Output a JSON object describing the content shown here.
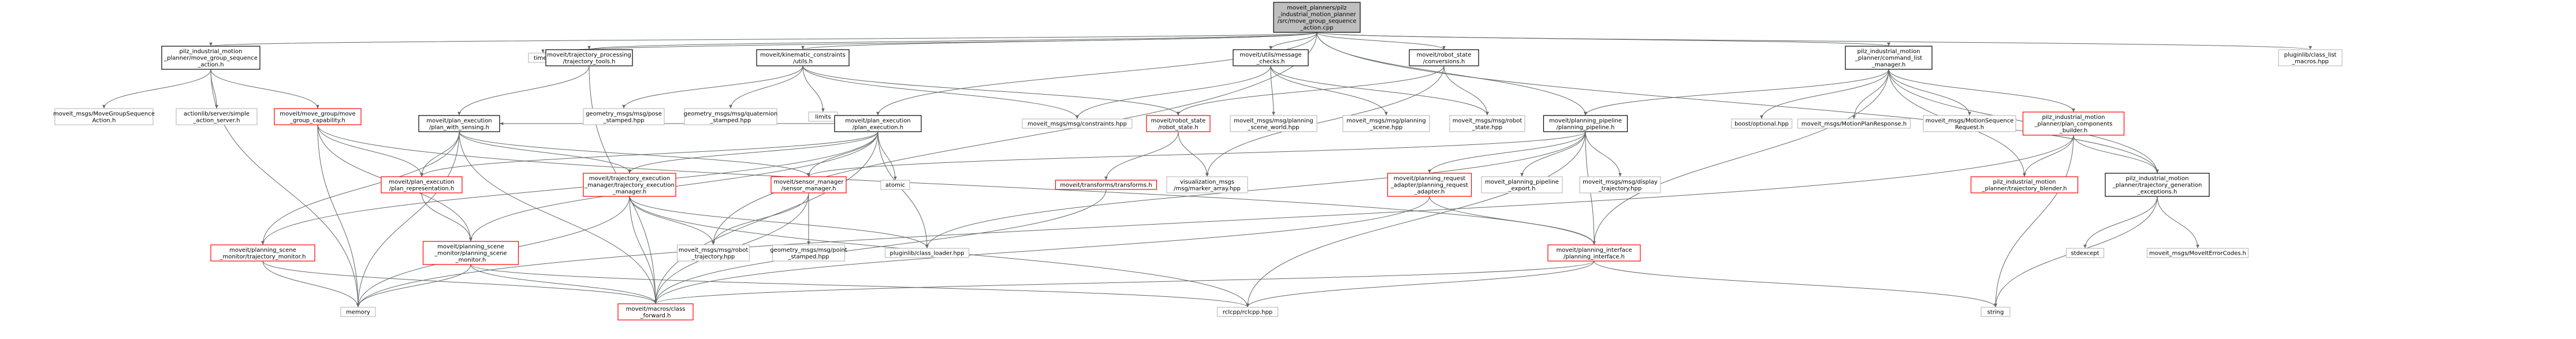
{
  "colors": {
    "root_fill": "#bfbfbf",
    "border_black": "#000000",
    "border_red": "#ff0000",
    "border_gray": "#bfbfbf",
    "edge": "#63666a"
  },
  "nodes": [
    {
      "id": "root",
      "lines": [
        "moveit_planners/pilz",
        "_industrial_motion_planner",
        "/src/move_group_sequence",
        "_action.cpp"
      ],
      "style": "root"
    },
    {
      "id": "n_action_h",
      "lines": [
        "pilz_industrial_motion",
        "_planner/move_group_sequence",
        "_action.h"
      ],
      "style": "black"
    },
    {
      "id": "n_time",
      "lines": [
        "time.h"
      ],
      "style": "gray"
    },
    {
      "id": "n_traj_proc",
      "lines": [
        "moveit/trajectory_processing",
        "/trajectory_tools.h"
      ],
      "style": "black"
    },
    {
      "id": "n_kin_constr",
      "lines": [
        "moveit/kinematic_constraints",
        "/utils.h"
      ],
      "style": "black"
    },
    {
      "id": "n_msg_checks",
      "lines": [
        "moveit/utils/message",
        "_checks.h"
      ],
      "style": "black"
    },
    {
      "id": "n_robot_state_conv",
      "lines": [
        "moveit/robot_state",
        "/conversions.h"
      ],
      "style": "black"
    },
    {
      "id": "n_cmd_list",
      "lines": [
        "pilz_industrial_motion",
        "_planner/command_list",
        "_manager.h"
      ],
      "style": "black"
    },
    {
      "id": "n_pluginlib_macros",
      "lines": [
        "pluginlib/class_list",
        "_macros.hpp"
      ],
      "style": "gray"
    },
    {
      "id": "n_mgsa",
      "lines": [
        "moveit_msgs/MoveGroupSequence",
        "Action.h"
      ],
      "style": "gray"
    },
    {
      "id": "n_actionlib",
      "lines": [
        "actionlib/server/simple",
        "_action_server.h"
      ],
      "style": "gray"
    },
    {
      "id": "n_move_group_cap",
      "lines": [
        "moveit/move_group/move",
        "_group_capability.h"
      ],
      "style": "red"
    },
    {
      "id": "n_pe_sensing",
      "lines": [
        "moveit/plan_execution",
        "/plan_with_sensing.h"
      ],
      "style": "black"
    },
    {
      "id": "n_pose_stamped",
      "lines": [
        "geometry_msgs/msg/pose",
        "_stamped.hpp"
      ],
      "style": "gray"
    },
    {
      "id": "n_quaternion",
      "lines": [
        "geometry_msgs/msg/quaternion",
        "_stamped.hpp"
      ],
      "style": "gray"
    },
    {
      "id": "n_limits",
      "lines": [
        "limits"
      ],
      "style": "gray"
    },
    {
      "id": "n_plan_exec",
      "lines": [
        "moveit/plan_execution",
        "/plan_execution.h"
      ],
      "style": "black"
    },
    {
      "id": "n_constraints_hpp",
      "lines": [
        "moveit_msgs/msg/constraints.hpp"
      ],
      "style": "gray"
    },
    {
      "id": "n_robot_state_h",
      "lines": [
        "moveit/robot_state",
        "/robot_state.h"
      ],
      "style": "red"
    },
    {
      "id": "n_planning_scene_world",
      "lines": [
        "moveit_msgs/msg/planning",
        "_scene_world.hpp"
      ],
      "style": "gray"
    },
    {
      "id": "n_planning_scene_hpp",
      "lines": [
        "moveit_msgs/msg/planning",
        "_scene.hpp"
      ],
      "style": "gray"
    },
    {
      "id": "n_robot_state_hpp",
      "lines": [
        "moveit_msgs/msg/robot",
        "_state.hpp"
      ],
      "style": "gray"
    },
    {
      "id": "n_pp",
      "lines": [
        "moveit/planning_pipeline",
        "/planning_pipeline.h"
      ],
      "style": "black"
    },
    {
      "id": "n_boost_opt",
      "lines": [
        "boost/optional.hpp"
      ],
      "style": "gray"
    },
    {
      "id": "n_mpr",
      "lines": [
        "moveit_msgs/MotionPlanResponse.h"
      ],
      "style": "gray"
    },
    {
      "id": "n_msr",
      "lines": [
        "moveit_msgs/MotionSequence",
        "Request.h"
      ],
      "style": "gray"
    },
    {
      "id": "n_plan_comp",
      "lines": [
        "pilz_industrial_motion",
        "_planner/plan_components",
        "_builder.h"
      ],
      "style": "red"
    },
    {
      "id": "n_plan_repr",
      "lines": [
        "moveit/plan_execution",
        "/plan_representation.h"
      ],
      "style": "red"
    },
    {
      "id": "n_tem",
      "lines": [
        "moveit/trajectory_execution",
        "_manager/trajectory_execution",
        "_manager.h"
      ],
      "style": "red"
    },
    {
      "id": "n_sensor",
      "lines": [
        "moveit/sensor_manager",
        "/sensor_manager.h"
      ],
      "style": "red"
    },
    {
      "id": "n_atomic",
      "lines": [
        "atomic"
      ],
      "style": "gray"
    },
    {
      "id": "n_transforms",
      "lines": [
        "moveit/transforms/transforms.h"
      ],
      "style": "red"
    },
    {
      "id": "n_marker",
      "lines": [
        "visualization_msgs",
        "/msg/marker_array.hpp"
      ],
      "style": "gray"
    },
    {
      "id": "n_pra",
      "lines": [
        "moveit/planning_request",
        "_adapter/planning_request",
        "_adapter.h"
      ],
      "style": "red"
    },
    {
      "id": "n_pp_export",
      "lines": [
        "moveit_planning_pipeline",
        "_export.h"
      ],
      "style": "gray"
    },
    {
      "id": "n_display_traj",
      "lines": [
        "moveit_msgs/msg/display",
        "_trajectory.hpp"
      ],
      "style": "gray"
    },
    {
      "id": "n_traj_blender",
      "lines": [
        "pilz_industrial_motion",
        "_planner/trajectory_blender.h"
      ],
      "style": "red"
    },
    {
      "id": "n_tge",
      "lines": [
        "pilz_industrial_motion",
        "_planner/trajectory_generation",
        "_exceptions.h"
      ],
      "style": "black"
    },
    {
      "id": "n_traj_monitor",
      "lines": [
        "moveit/planning_scene",
        "_monitor/trajectory_monitor.h"
      ],
      "style": "red"
    },
    {
      "id": "n_psm",
      "lines": [
        "moveit/planning_scene",
        "_monitor/planning_scene",
        "_monitor.h"
      ],
      "style": "red"
    },
    {
      "id": "n_robot_traj",
      "lines": [
        "moveit_msgs/msg/robot",
        "_trajectory.hpp"
      ],
      "style": "gray"
    },
    {
      "id": "n_point_stamped",
      "lines": [
        "geometry_msgs/msg/point",
        "_stamped.hpp"
      ],
      "style": "gray"
    },
    {
      "id": "n_class_loader",
      "lines": [
        "pluginlib/class_loader.hpp"
      ],
      "style": "gray"
    },
    {
      "id": "n_planning_iface",
      "lines": [
        "moveit/planning_interface",
        "/planning_interface.h"
      ],
      "style": "red"
    },
    {
      "id": "n_stdexcept",
      "lines": [
        "stdexcept"
      ],
      "style": "gray"
    },
    {
      "id": "n_error_codes",
      "lines": [
        "moveit_msgs/MoveItErrorCodes.h"
      ],
      "style": "gray"
    },
    {
      "id": "n_memory",
      "lines": [
        "memory"
      ],
      "style": "gray"
    },
    {
      "id": "n_class_fwd",
      "lines": [
        "moveit/macros/class",
        "_forward.h"
      ],
      "style": "red"
    },
    {
      "id": "n_rclcpp",
      "lines": [
        "rclcpp/rclcpp.hpp"
      ],
      "style": "gray"
    },
    {
      "id": "n_string",
      "lines": [
        "string"
      ],
      "style": "gray"
    }
  ],
  "edges": [
    [
      "root",
      "n_action_h"
    ],
    [
      "root",
      "n_time"
    ],
    [
      "root",
      "n_traj_proc"
    ],
    [
      "root",
      "n_kin_constr"
    ],
    [
      "root",
      "n_msg_checks"
    ],
    [
      "root",
      "n_robot_state_conv"
    ],
    [
      "root",
      "n_cmd_list"
    ],
    [
      "root",
      "n_pluginlib_macros"
    ],
    [
      "root",
      "n_plan_exec"
    ],
    [
      "root",
      "n_pp"
    ],
    [
      "root",
      "n_tge"
    ],
    [
      "root",
      "n_robot_traj"
    ],
    [
      "n_action_h",
      "n_mgsa"
    ],
    [
      "n_action_h",
      "n_actionlib"
    ],
    [
      "n_action_h",
      "n_move_group_cap"
    ],
    [
      "n_action_h",
      "n_memory"
    ],
    [
      "n_move_group_cap",
      "n_plan_repr"
    ],
    [
      "n_move_group_cap",
      "n_psm"
    ],
    [
      "n_move_group_cap",
      "n_planning_iface"
    ],
    [
      "n_move_group_cap",
      "n_memory"
    ],
    [
      "n_traj_proc",
      "n_pe_sensing"
    ],
    [
      "n_traj_proc",
      "n_class_fwd"
    ],
    [
      "n_kin_constr",
      "n_pose_stamped"
    ],
    [
      "n_kin_constr",
      "n_quaternion"
    ],
    [
      "n_kin_constr",
      "n_limits"
    ],
    [
      "n_kin_constr",
      "n_constraints_hpp"
    ],
    [
      "n_kin_constr",
      "n_robot_state_h"
    ],
    [
      "n_pe_sensing",
      "n_plan_repr"
    ],
    [
      "n_pe_sensing",
      "n_traj_monitor"
    ],
    [
      "n_pe_sensing",
      "n_sensor"
    ],
    [
      "n_pe_sensing",
      "n_tem"
    ],
    [
      "n_pe_sensing",
      "n_class_fwd"
    ],
    [
      "n_pe_sensing",
      "n_memory"
    ],
    [
      "n_plan_exec",
      "n_pe_sensing"
    ],
    [
      "n_plan_exec",
      "n_plan_repr"
    ],
    [
      "n_plan_exec",
      "n_tem"
    ],
    [
      "n_plan_exec",
      "n_psm"
    ],
    [
      "n_plan_exec",
      "n_sensor"
    ],
    [
      "n_plan_exec",
      "n_atomic"
    ],
    [
      "n_plan_exec",
      "n_class_loader"
    ],
    [
      "n_plan_exec",
      "n_class_fwd"
    ],
    [
      "n_plan_exec",
      "n_traj_monitor"
    ],
    [
      "n_msg_checks",
      "n_constraints_hpp"
    ],
    [
      "n_msg_checks",
      "n_planning_scene_world"
    ],
    [
      "n_msg_checks",
      "n_planning_scene_hpp"
    ],
    [
      "n_msg_checks",
      "n_robot_state_hpp"
    ],
    [
      "n_robot_state_conv",
      "n_robot_state_h"
    ],
    [
      "n_robot_state_conv",
      "n_robot_state_hpp"
    ],
    [
      "n_robot_state_conv",
      "n_marker"
    ],
    [
      "n_robot_state_h",
      "n_transforms"
    ],
    [
      "n_robot_state_h",
      "n_marker"
    ],
    [
      "n_cmd_list",
      "n_pp"
    ],
    [
      "n_cmd_list",
      "n_boost_opt"
    ],
    [
      "n_cmd_list",
      "n_mpr"
    ],
    [
      "n_cmd_list",
      "n_msr"
    ],
    [
      "n_cmd_list",
      "n_plan_comp"
    ],
    [
      "n_cmd_list",
      "n_traj_blender"
    ],
    [
      "n_cmd_list",
      "n_tge"
    ],
    [
      "n_cmd_list",
      "n_planning_iface"
    ],
    [
      "n_pp",
      "n_pra"
    ],
    [
      "n_pp",
      "n_pp_export"
    ],
    [
      "n_pp",
      "n_display_traj"
    ],
    [
      "n_pp",
      "n_planning_iface"
    ],
    [
      "n_pp",
      "n_class_loader"
    ],
    [
      "n_pp",
      "n_rclcpp"
    ],
    [
      "n_pp",
      "n_sensor"
    ],
    [
      "n_plan_comp",
      "n_traj_blender"
    ],
    [
      "n_plan_comp",
      "n_tge"
    ],
    [
      "n_plan_comp",
      "n_string"
    ],
    [
      "n_plan_comp",
      "n_memory"
    ],
    [
      "n_pra",
      "n_planning_iface"
    ],
    [
      "n_pra",
      "n_class_fwd"
    ],
    [
      "n_tge",
      "n_stdexcept"
    ],
    [
      "n_tge",
      "n_error_codes"
    ],
    [
      "n_tge",
      "n_string"
    ],
    [
      "n_tem",
      "n_robot_traj"
    ],
    [
      "n_tem",
      "n_memory"
    ],
    [
      "n_tem",
      "n_class_fwd"
    ],
    [
      "n_tem",
      "n_rclcpp"
    ],
    [
      "n_tem",
      "n_class_loader"
    ],
    [
      "n_sensor",
      "n_robot_traj"
    ],
    [
      "n_sensor",
      "n_point_stamped"
    ],
    [
      "n_sensor",
      "n_class_fwd"
    ],
    [
      "n_traj_monitor",
      "n_class_fwd"
    ],
    [
      "n_traj_monitor",
      "n_memory"
    ],
    [
      "n_psm",
      "n_class_fwd"
    ],
    [
      "n_psm",
      "n_memory"
    ],
    [
      "n_psm",
      "n_rclcpp"
    ],
    [
      "n_transforms",
      "n_class_fwd"
    ],
    [
      "n_planning_iface",
      "n_class_fwd"
    ],
    [
      "n_planning_iface",
      "n_string"
    ],
    [
      "n_planning_iface",
      "n_rclcpp"
    ],
    [
      "n_plan_repr",
      "n_psm"
    ]
  ]
}
